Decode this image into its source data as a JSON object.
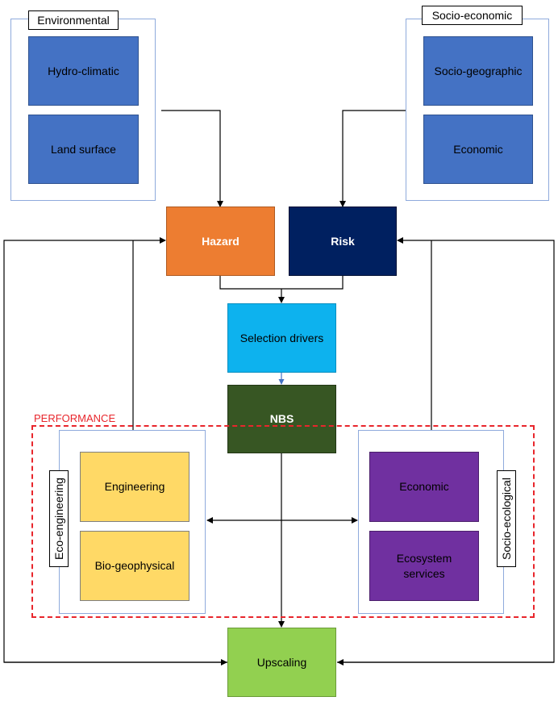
{
  "groups": {
    "environmental": {
      "label": "Environmental",
      "items": [
        "Hydro-climatic",
        "Land surface"
      ]
    },
    "socio_economic": {
      "label": "Socio-economic",
      "items": [
        "Socio-geographic",
        "Economic"
      ]
    },
    "eco_engineering": {
      "label": "Eco-engineering",
      "items": [
        "Engineering",
        "Bio-geophysical"
      ]
    },
    "socio_ecological": {
      "label": "Socio-ecological",
      "items": [
        "Economic",
        "Ecosystem\nservices"
      ]
    }
  },
  "nodes": {
    "hazard": "Hazard",
    "risk": "Risk",
    "selection_drivers": "Selection drivers",
    "nbs": "NBS",
    "upscaling": "Upscaling"
  },
  "performance_label": "PERFORMANCE",
  "colors": {
    "hazard": "#ed7d31",
    "risk": "#002060",
    "selection_drivers": "#0db2ee",
    "nbs": "#375623",
    "upscaling": "#92d050",
    "eco_engineering_boxes": "#ffd966",
    "socio_ecological_boxes": "#7030a0",
    "performance": "#e8262c",
    "frame": "#8faadc"
  }
}
